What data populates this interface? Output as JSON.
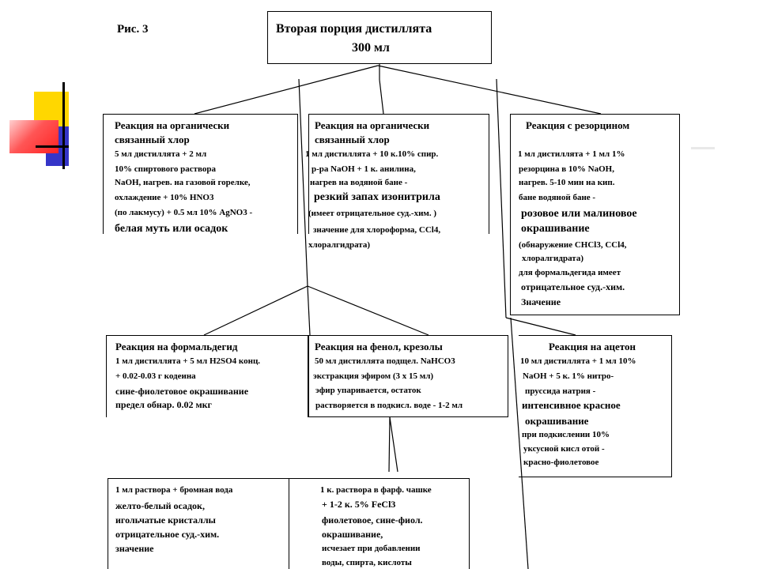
{
  "figure_label": "Рис. 3",
  "top": {
    "line1": "Вторая порция дистиллята",
    "line2": "300 мл"
  },
  "box_a": [
    "Реакция на органически",
    "связанный хлор",
    "5 мл дистиллята + 2 мл",
    "10% спиртового раствора",
    "NaOH, нагрев. на газовой горелке,",
    "охлаждение + 10% HNO3",
    "(по лакмусу) + 0.5 мл 10% AgNO3 -",
    "белая муть или осадок"
  ],
  "box_b": [
    "Реакция на органически",
    "связанный хлор",
    "1 мл дистиллята + 10 к.10% спир.",
    "р-ра NaOH + 1 к. анилина,",
    "нагрев на водяной бане -",
    "резкий запах изонитрила",
    "(имеет отрицательное суд.-хим. )",
    "значение для хлороформа, CCl4,",
    "хлоралгидрата)"
  ],
  "box_c": [
    "Реакция с резорцином",
    "1 мл дистиллята + 1 мл 1%",
    "резорцина в 10% NaOH,",
    "нагрев. 5-10 мин на кип.",
    "бане водяной бане -",
    "розовое или малиновое",
    "окрашивание",
    "(обнаружение CHCl3, CCl4,",
    "хлоралгидрата)",
    "для формальдегида имеет",
    "отрицательное суд.-хим.",
    "Значение"
  ],
  "box_d": [
    "Реакция на формальдегид",
    "1 мл дистиллята + 5 мл H2SO4 конц.",
    "+ 0.02-0.03 г кодеина",
    "сине-фиолетовое окрашивание",
    "предел обнар. 0.02 мкг"
  ],
  "box_e": [
    "Реакция на фенол, крезолы",
    "50 мл дистиллята подщел. NaHCO3",
    "экстракция эфиром (3 х 15 мл)",
    "эфир упаривается, остаток",
    "растворяется в подкисл. воде - 1-2 мл"
  ],
  "box_f": [
    "Реакция на ацетон",
    "10 мл дистиллята + 1 мл 10%",
    "NaOH + 5 к. 1% нитро-",
    "пруссида натрия -",
    "интенсивное красное",
    "окрашивание",
    "при подкислении 10%",
    "уксусной кисл отой -",
    "красно-фиолетовое"
  ],
  "box_g": [
    "1 мл раствора + бромная вода",
    "желто-белый осадок,",
    "игольчатые кристаллы",
    "отрицательное суд.-хим.",
    "значение"
  ],
  "box_h": [
    "1 к. раствора в фарф. чашке",
    "+ 1-2 к. 5% FeCl3",
    "фиолетовое, сине-фиол.",
    "окрашивание,",
    "исчезает при добавлении",
    "воды, спирта, кислоты"
  ],
  "colors": {
    "yellow": "#FFD700",
    "blue": "#3333CC",
    "red": "#FF3333",
    "line": "#000000"
  }
}
